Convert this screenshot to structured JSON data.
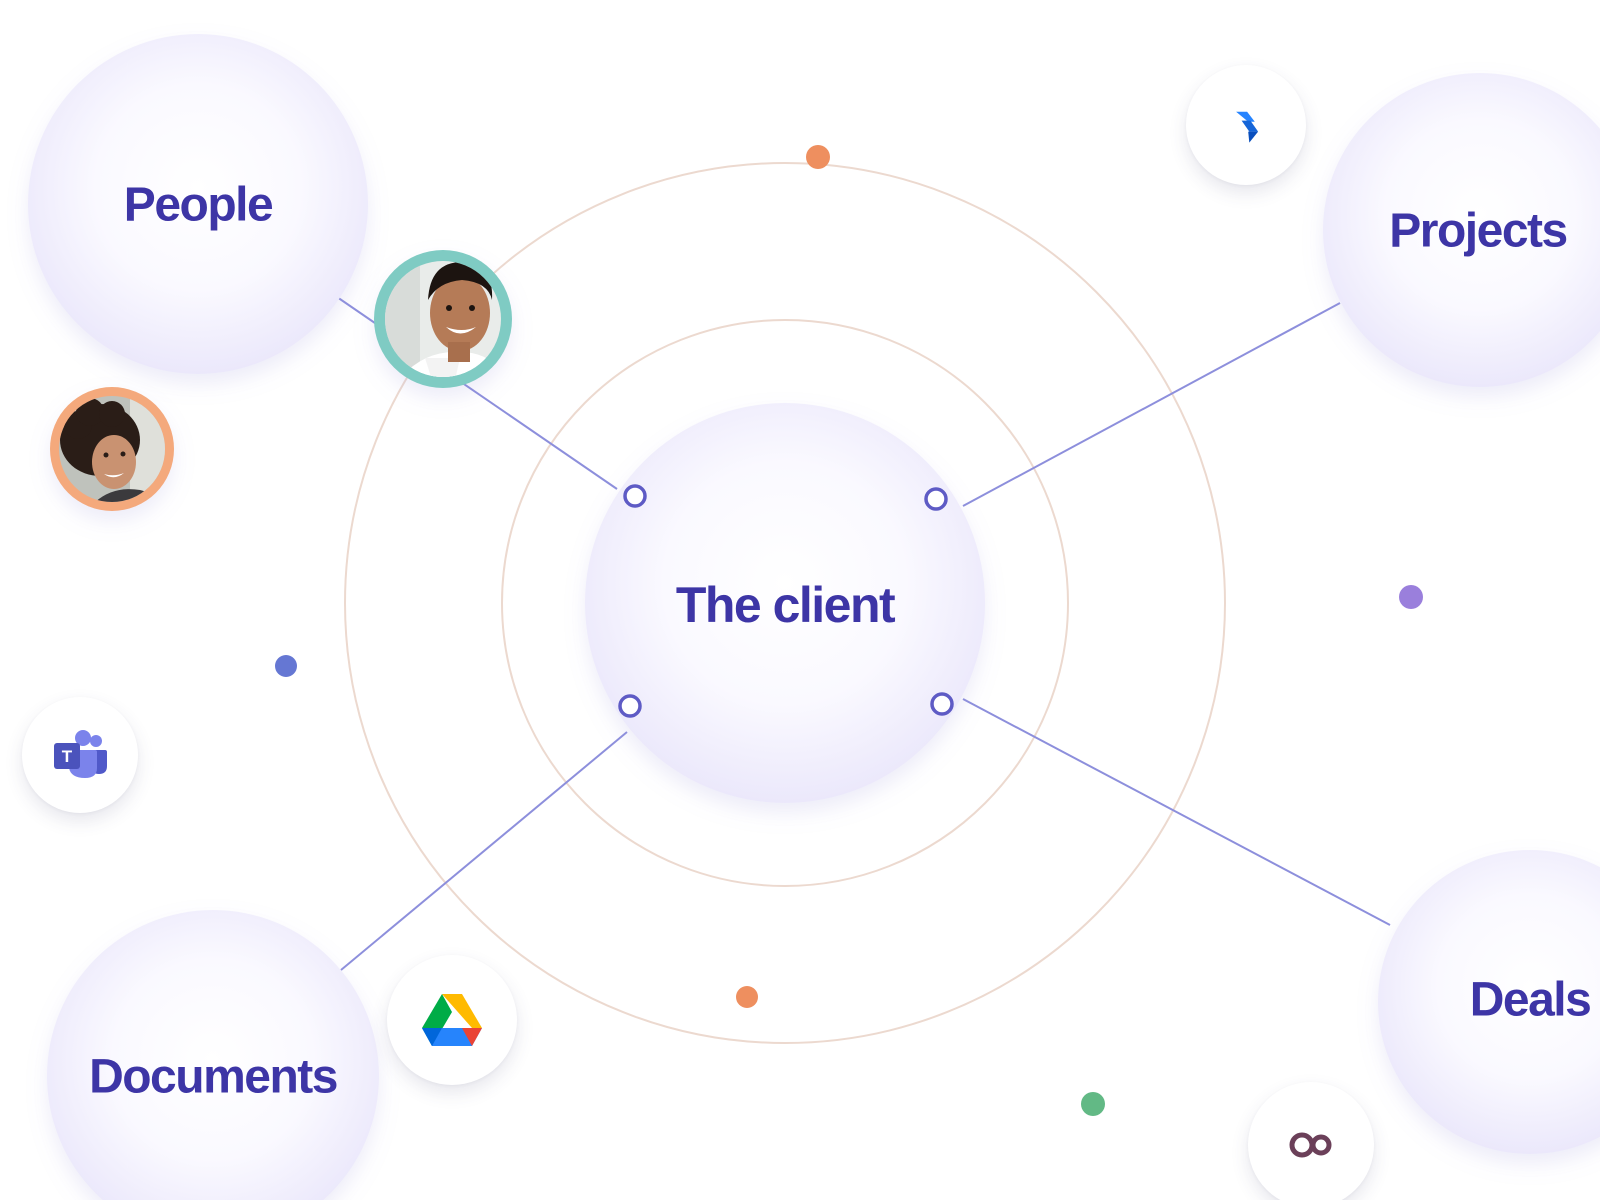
{
  "hub": {
    "label": "The client"
  },
  "nodes": {
    "people": {
      "label": "People"
    },
    "projects": {
      "label": "Projects"
    },
    "documents": {
      "label": "Documents"
    },
    "deals": {
      "label": "Deals"
    }
  },
  "integrations": [
    "jira-icon",
    "microsoft-teams-icon",
    "google-drive-icon",
    "loop-app-icon"
  ],
  "avatars": [
    "avatar-man",
    "avatar-woman"
  ],
  "colors": {
    "label": "#3d35a6",
    "connector": "#8d8fdc",
    "ring": "#ecd9cf",
    "bubble_edge": "#ece9fb",
    "dot_orange": "#ee8f5f",
    "dot_blue": "#6577d3",
    "dot_purple": "#9a7fdc",
    "dot_green": "#62b985",
    "avatar_teal": "#7fcbc3",
    "avatar_orange": "#f4a97b"
  }
}
